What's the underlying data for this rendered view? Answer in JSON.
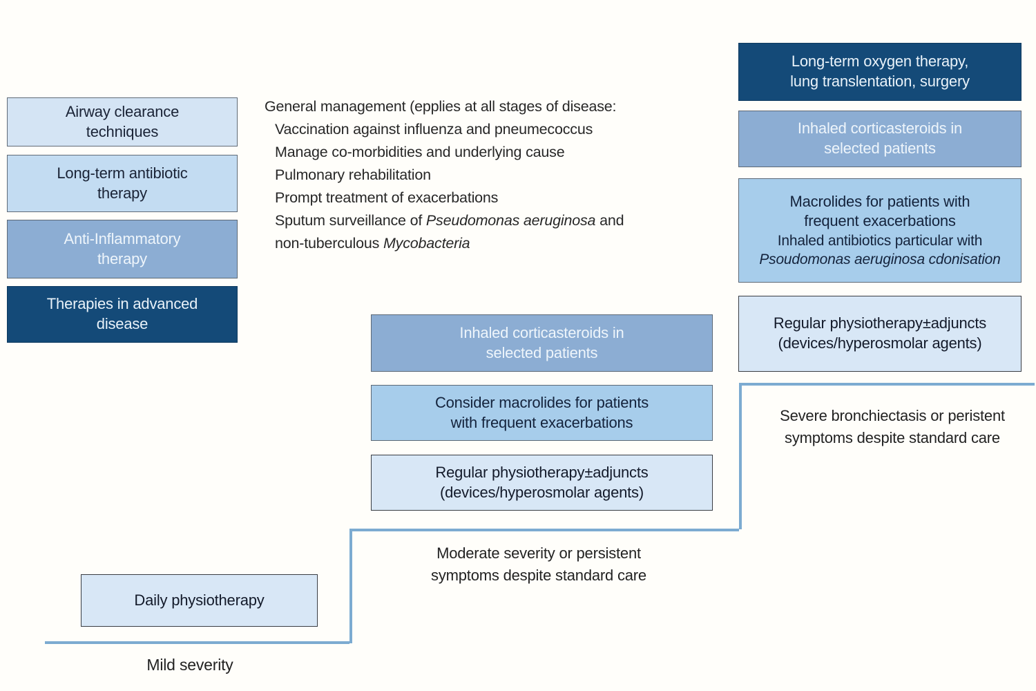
{
  "figure": "Stepwise management of bronchiectasis by disease severity",
  "palette": {
    "lightest_blue": "#d8e7f6",
    "light_blue_1": "#d4e4f4",
    "light_blue_2": "#c3dcf2",
    "medium_light_blue": "#a7cdeb",
    "medium_blue": "#8cadd3",
    "dark_navy": "#144a78",
    "step_line_blue": "#7cabd1",
    "dark_text": "#1a2336",
    "white_text": "#eef5fb"
  },
  "legend": {
    "items": [
      {
        "id": "airway-clearance",
        "line1": "Airway clearance",
        "line2": "techniques"
      },
      {
        "id": "long-term-antibiotic",
        "line1": "Long-term antibiotic",
        "line2": "therapy"
      },
      {
        "id": "anti-inflammatory",
        "line1": "Anti-Inflammatory",
        "line2": "therapy"
      },
      {
        "id": "advanced-disease",
        "line1": "Therapies in advanced",
        "line2": "disease"
      }
    ]
  },
  "general_management": {
    "heading": "General management (epplies at all stages of disease:",
    "items": [
      "Vaccination against influenza and pneumecoccus",
      "Manage co-morbidities and underlying cause",
      "Pulmonary rehabilitation",
      "Prompt treatment of exacerbations"
    ],
    "sputum_prefix": "Sputum surveillance of ",
    "sputum_italic": "Pseudomonas aeruginosa",
    "sputum_suffix": " and",
    "ntm_prefix": "non-tuberculous ",
    "ntm_italic": "Mycobacteria"
  },
  "severe_column": {
    "oxygen_line1": "Long-term oxygen therapy,",
    "oxygen_line2": "lung translentation, surgery",
    "ics_line1": "Inhaled corticasteroids in",
    "ics_line2": "selected patients",
    "macrolides_line1": "Macrolides for patients with",
    "macrolides_line2": "frequent exacerbations",
    "macrolides_line3": "Inhaled antibiotics particular with",
    "macrolides_italic": "Psoudomonas aeruginosa",
    "macrolides_suffix": " cdonisation",
    "physio_line1": "Regular physiotherapy±adjuncts",
    "physio_line2": "(devices/hyperosmolar agents)",
    "step_label_line1": "Severe bronchiectasis or peristent",
    "step_label_line2": "symptoms despite standard care"
  },
  "moderate_column": {
    "ics_line1": "Inhaled corticasteroids in",
    "ics_line2": "selected patients",
    "macrolides_line1": "Consider macrolides for patients",
    "macrolides_line2": "with frequent exacerbations",
    "physio_line1": "Regular physiotherapy±adjuncts",
    "physio_line2": "(devices/hyperosmolar agents)",
    "step_label_line1": "Moderate severity or persistent",
    "step_label_line2": "symptoms despite standard care"
  },
  "mild_column": {
    "physio_label": "Daily physiotherapy",
    "step_label": "Mild severity"
  }
}
